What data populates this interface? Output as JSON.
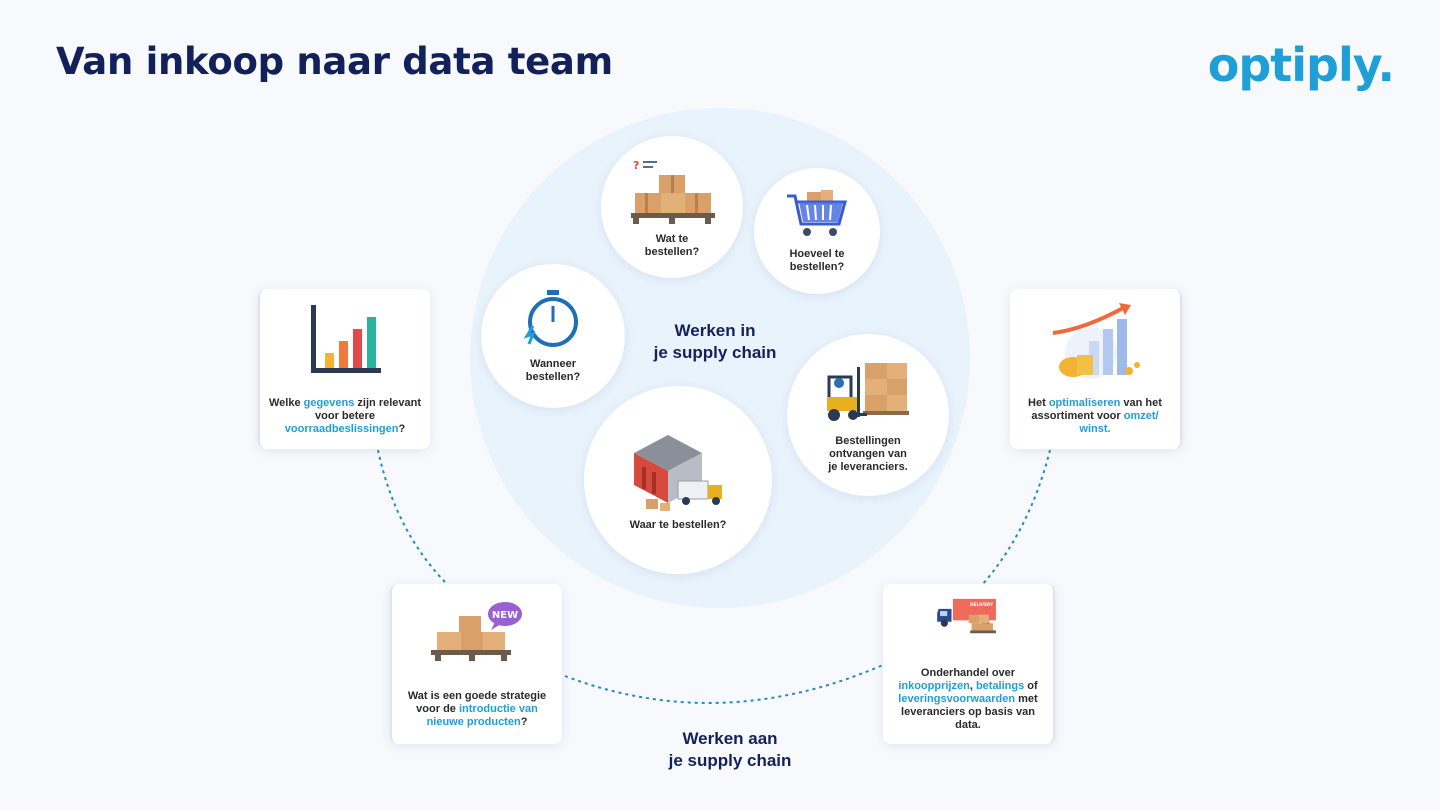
{
  "header": {
    "title": "Van inkoop naar data team",
    "logo": "optiply."
  },
  "center": {
    "label": "Werken in\nje supply chain",
    "bubbles": [
      {
        "id": "wat",
        "label": "Wat te\nbestellen?",
        "icon": "boxes-pallet-icon"
      },
      {
        "id": "hoeveel",
        "label": "Hoeveel te\nbestellen?",
        "icon": "shopping-cart-icon"
      },
      {
        "id": "wanneer",
        "label": "Wanneer\nbestellen?",
        "icon": "stopwatch-icon"
      },
      {
        "id": "ontvangen",
        "label": "Bestellingen\nontvangen van\nje leveranciers.",
        "icon": "forklift-icon"
      },
      {
        "id": "waar",
        "label": "Waar te bestellen?",
        "icon": "warehouse-icon"
      }
    ]
  },
  "outer": {
    "label": "Werken aan\nje supply chain",
    "cards": {
      "data": {
        "pre": "Welke ",
        "hl1": "gegevens",
        "mid": " zijn relevant voor betere ",
        "hl2": "voorraadbeslissingen",
        "post": "?",
        "icon": "bar-chart-icon"
      },
      "assortiment": {
        "pre": "Het ",
        "hl1": "optimaliseren",
        "mid": " van het assortiment voor ",
        "hl2": "omzet/ winst",
        "post": ".",
        "icon": "growth-coins-icon"
      },
      "nieuw": {
        "pre": "Wat is een goede strategie voor de ",
        "hl1": "introductie van nieuwe producten",
        "post": "?",
        "badge": "NEW",
        "icon": "new-product-boxes-icon"
      },
      "onderhandel": {
        "pre": "Onderhandel over ",
        "hl1": "inkoopprijzen",
        "mid": ", ",
        "hl2": "betalings",
        "mid2": " of ",
        "hl3": "leveringsvoorwaarden",
        "post": " met leveranciers op basis van data.",
        "truck_text": "DELIVERY",
        "icon": "delivery-truck-icon"
      }
    }
  },
  "colors": {
    "navy": "#13215a",
    "accent": "#1e9fd8",
    "circle_bg": "#e9f3fc"
  }
}
